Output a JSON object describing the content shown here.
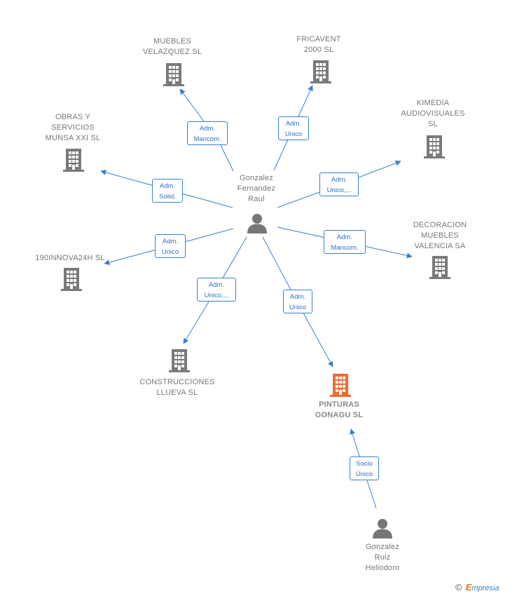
{
  "colors": {
    "edge": "#3a7fd0",
    "building": "#7a7a7a",
    "building_main": "#f06a35",
    "person": "#777777",
    "label": "#777777"
  },
  "people": [
    {
      "id": "p1",
      "label": "Gonzalez\nFernandez\nRaul"
    },
    {
      "id": "p2",
      "label": "Gonzalez\nRuiz\nHeliodoro"
    }
  ],
  "companies": [
    {
      "id": "c_muebles_velazquez",
      "label": "MUEBLES\nVELAZQUEZ SL",
      "main": false
    },
    {
      "id": "c_fricavent",
      "label": "FRICAVENT\n2000 SL",
      "main": false
    },
    {
      "id": "c_kimedia",
      "label": "KIMEDIA\nAUDIOVISUALES\nSL",
      "main": false
    },
    {
      "id": "c_obras",
      "label": "OBRAS Y\nSERVICIOS\nMUNSA XXI  SL",
      "main": false
    },
    {
      "id": "c_decoracion",
      "label": "DECORACION\nMUEBLES\nVALENCIA SA",
      "main": false
    },
    {
      "id": "c_190innova",
      "label": "190INNOVA24H SL",
      "main": false
    },
    {
      "id": "c_construcciones",
      "label": "CONSTRUCCIONES\nLLUEVA SL",
      "main": false
    },
    {
      "id": "c_pinturas",
      "label": "PINTURAS\nGONAGU  SL",
      "main": true
    }
  ],
  "relations": [
    {
      "from": "p1",
      "to": "c_muebles_velazquez",
      "label": "Adm.\nMancom."
    },
    {
      "from": "p1",
      "to": "c_fricavent",
      "label": "Adm.\nUnico"
    },
    {
      "from": "p1",
      "to": "c_kimedia",
      "label": "Adm.\nUnico,..."
    },
    {
      "from": "p1",
      "to": "c_obras",
      "label": "Adm.\nSolid."
    },
    {
      "from": "p1",
      "to": "c_decoracion",
      "label": "Adm.\nMancom."
    },
    {
      "from": "p1",
      "to": "c_190innova",
      "label": "Adm.\nUnico"
    },
    {
      "from": "p1",
      "to": "c_construcciones",
      "label": "Adm.\nUnico,..."
    },
    {
      "from": "p1",
      "to": "c_pinturas",
      "label": "Adm.\nUnico"
    },
    {
      "from": "p2",
      "to": "c_pinturas",
      "label": "Socio\nÚnico"
    }
  ],
  "footer": {
    "copyright": "©",
    "brand_first": "E",
    "brand_rest": "mpresia"
  }
}
